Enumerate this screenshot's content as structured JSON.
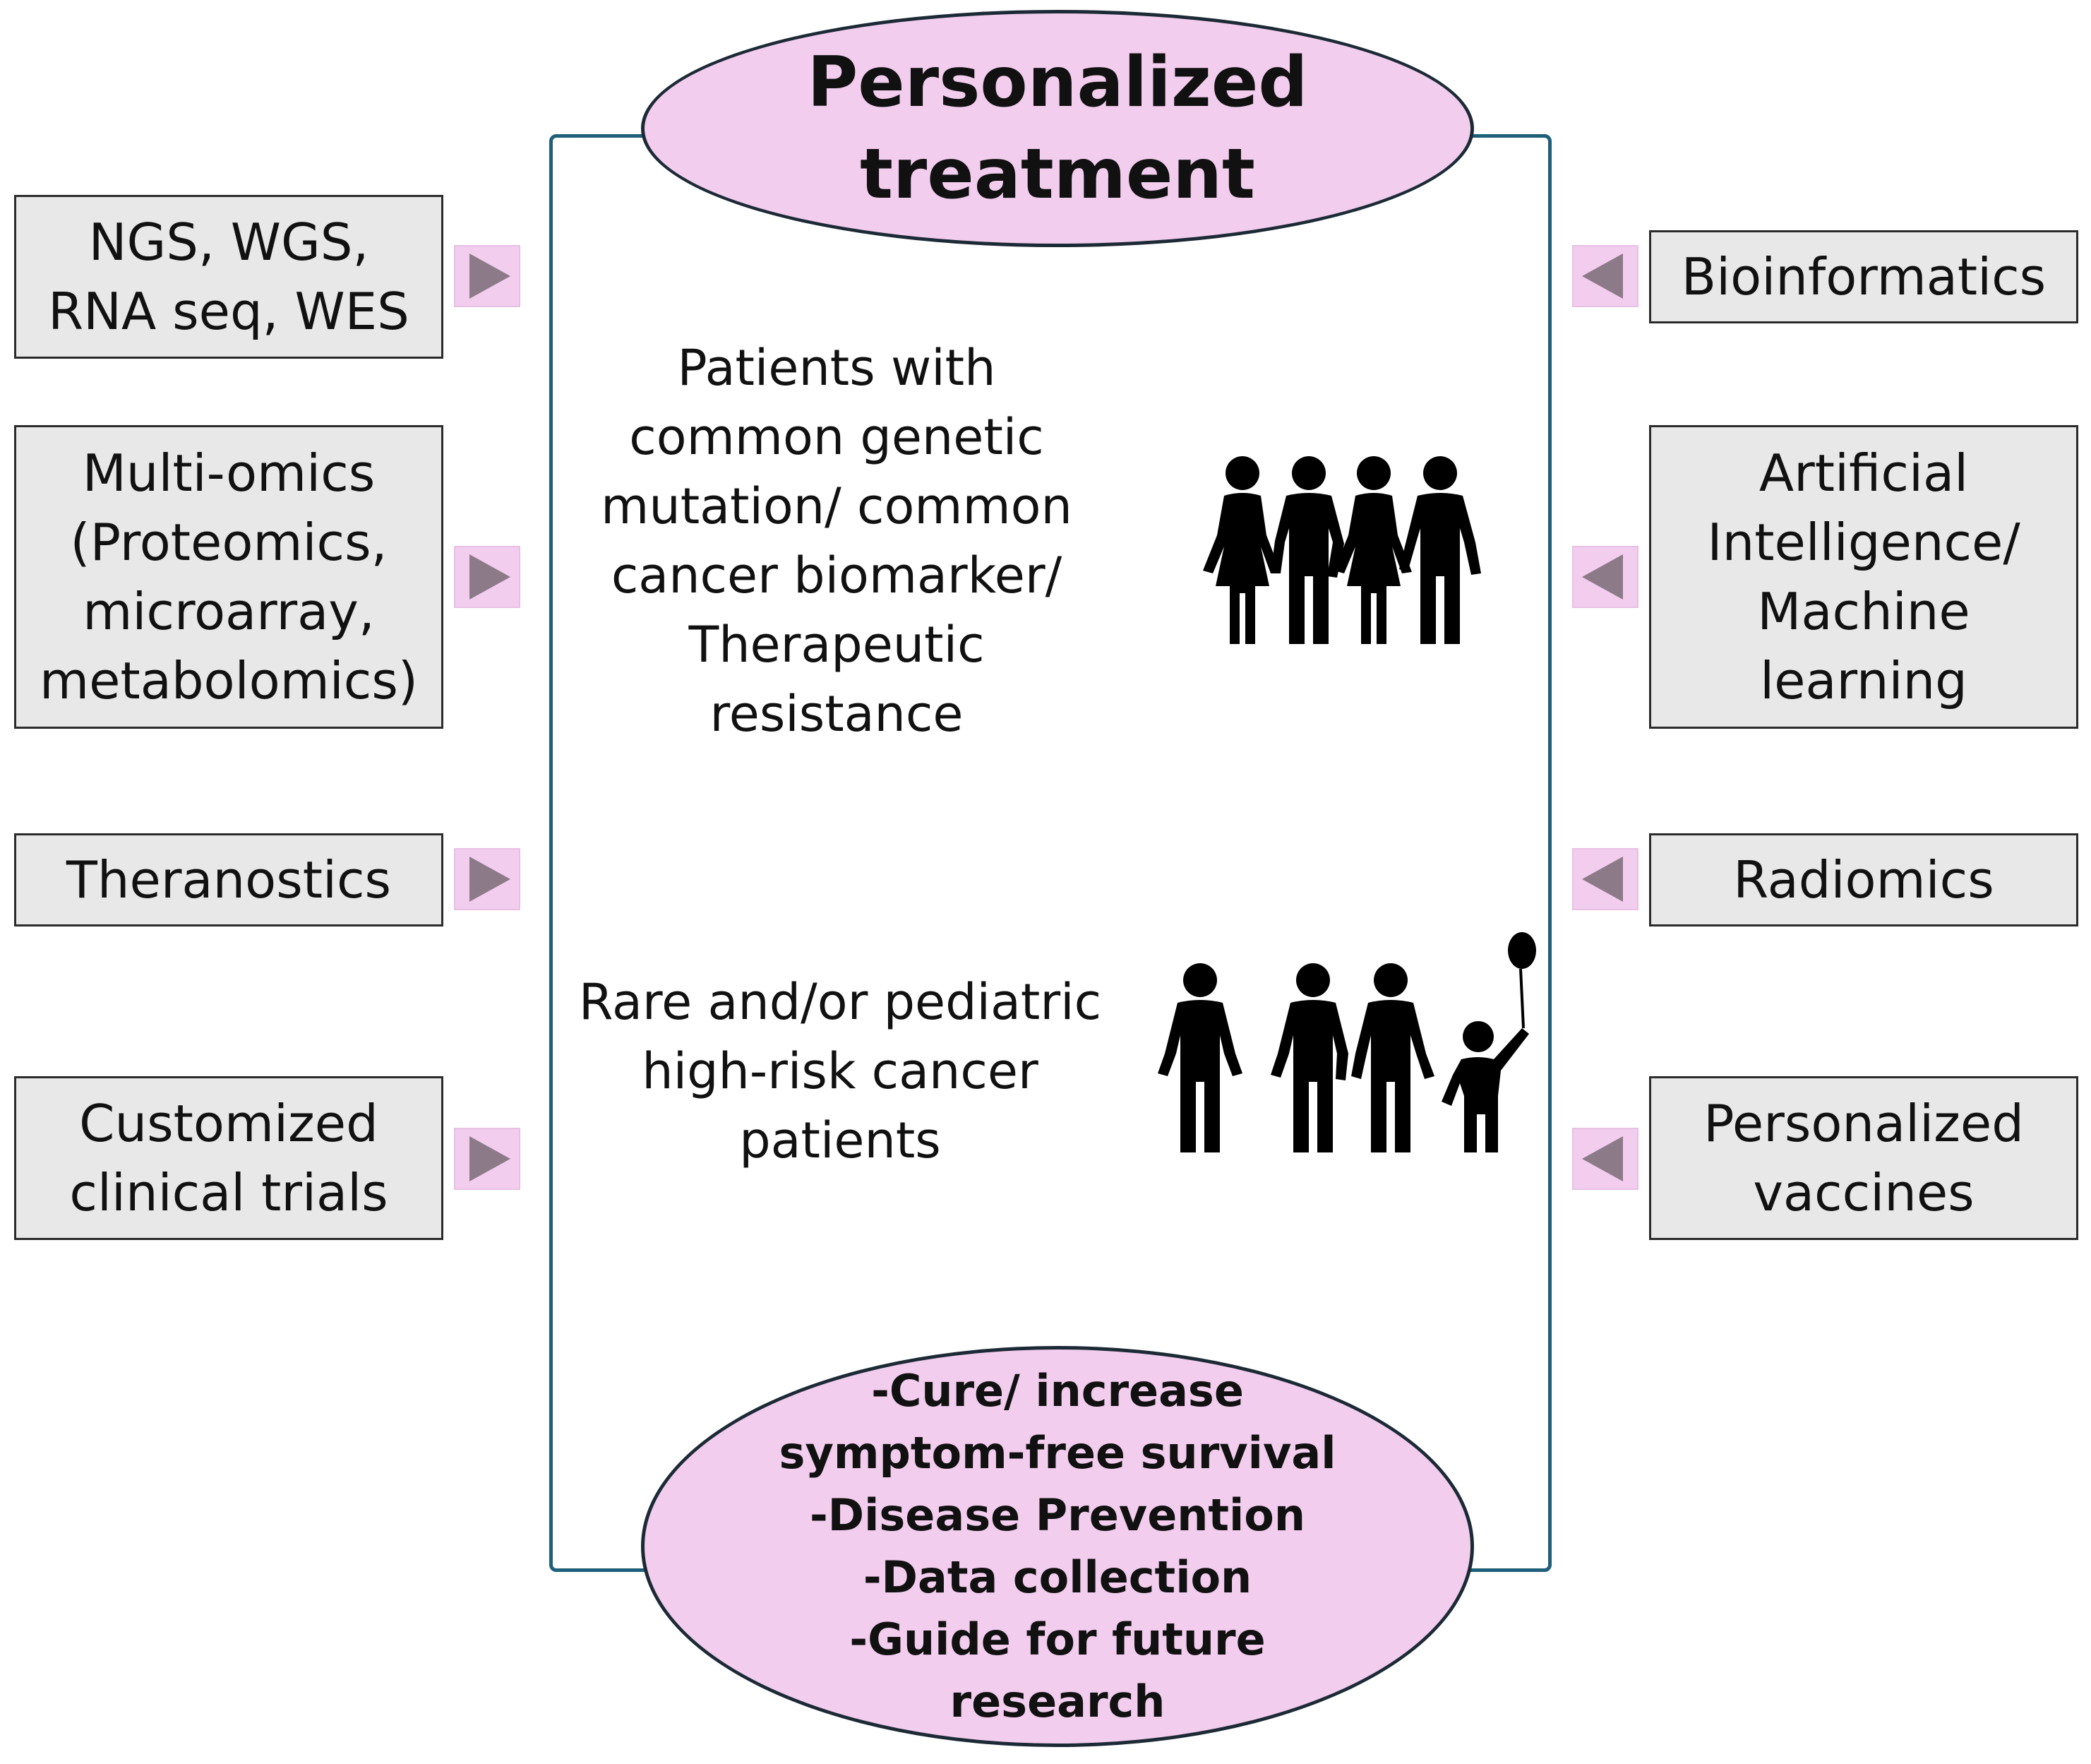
{
  "title": "Personalized\ntreatment",
  "left_boxes": [
    "NGS, WGS,\nRNA seq, WES",
    "Multi-omics\n(Proteomics,\nmicroarray,\nmetabolomics)",
    "Theranostics",
    "Customized\nclinical trials"
  ],
  "right_boxes": [
    "Bioinformatics",
    "Artificial\nIntelligence/\nMachine\nlearning",
    "Radiomics",
    "Personalized\nvaccines"
  ],
  "center": {
    "group1": "Patients with\ncommon genetic\nmutation/ common\ncancer biomarker/\nTherapeutic\nresistance",
    "group2": "Rare and/or pediatric\nhigh-risk cancer\npatients"
  },
  "outcomes": [
    "-Cure/ increase",
    "symptom-free survival",
    "-Disease Prevention",
    "-Data collection",
    "-Guide for future",
    "research"
  ],
  "icons": {
    "group1": "four-adults-icon",
    "group2": "family-with-child-icon"
  },
  "colors": {
    "ellipse_fill": "#f2cdee",
    "frame_stroke": "#1f5f7a",
    "box_fill": "#e8e8e8",
    "arrow_fill": "#8d7a89"
  }
}
